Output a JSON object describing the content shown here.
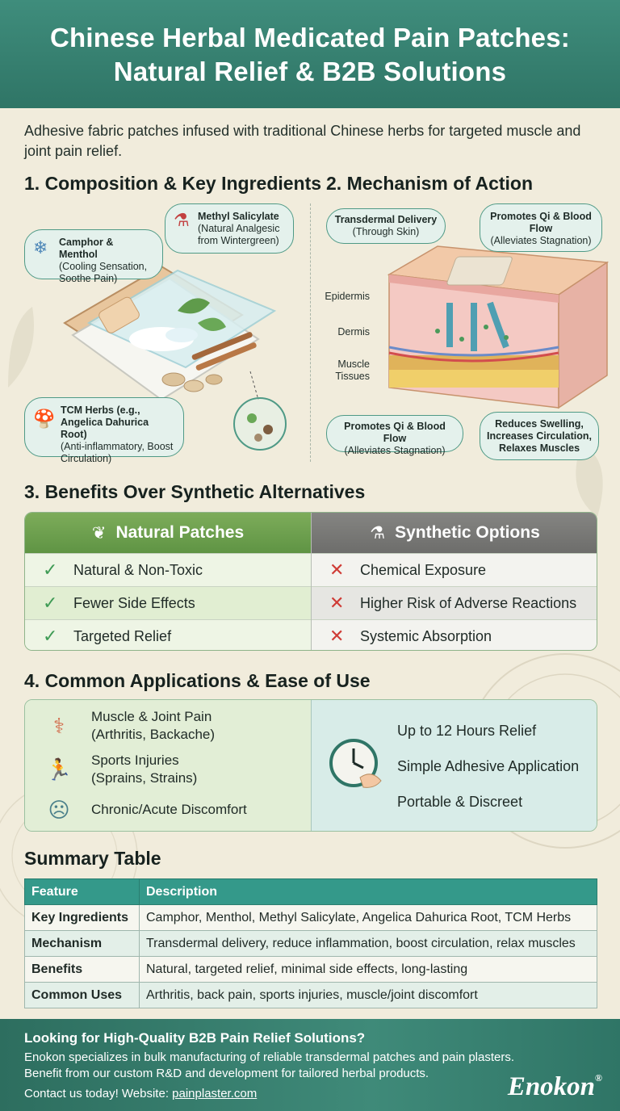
{
  "header": {
    "title_line1": "Chinese Herbal Medicated Pain Patches:",
    "title_line2": "Natural Relief & B2B Solutions"
  },
  "intro": "Adhesive fabric patches infused with traditional Chinese herbs for targeted muscle and joint pain relief.",
  "composition": {
    "title": "1. Composition & Key Ingredients",
    "camphor": {
      "name": "Camphor & Menthol",
      "desc": "(Cooling Sensation, Soothe Pain)"
    },
    "salicylate": {
      "name": "Methyl Salicylate",
      "desc": "(Natural Analgesic from Wintergreen)"
    },
    "tcm": {
      "name": "TCM Herbs (e.g., Angelica Dahurica Root)",
      "desc": "(Anti-inflammatory, Boost Circulation)"
    }
  },
  "mechanism": {
    "title": "2. Mechanism of Action",
    "transdermal": {
      "name": "Transdermal Delivery",
      "desc": "(Through Skin)"
    },
    "qi_top": {
      "name": "Promotes Qi & Blood Flow",
      "desc": "(Alleviates Stagnation)"
    },
    "qi_bottom": {
      "name": "Promotes Qi & Blood Flow",
      "desc": "(Alleviates Stagnation)"
    },
    "swelling": {
      "name": "Reduces Swelling, Increases Circulation, Relaxes Muscles"
    },
    "layers": {
      "epidermis": "Epidermis",
      "dermis": "Dermis",
      "muscle": "Muscle Tissues"
    }
  },
  "benefits": {
    "title": "3. Benefits Over Synthetic Alternatives",
    "natural_header": "Natural Patches",
    "synthetic_header": "Synthetic Options",
    "natural_items": [
      "Natural & Non-Toxic",
      "Fewer Side Effects",
      "Targeted Relief"
    ],
    "synthetic_items": [
      "Chemical Exposure",
      "Higher Risk of Adverse Reactions",
      "Systemic Absorption"
    ]
  },
  "applications": {
    "title": "4. Common Applications & Ease of Use",
    "uses": [
      {
        "line1": "Muscle & Joint Pain",
        "line2": "(Arthritis, Backache)"
      },
      {
        "line1": "Sports Injuries",
        "line2": "(Sprains, Strains)"
      },
      {
        "line1": "Chronic/Acute Discomfort",
        "line2": ""
      }
    ],
    "ease": [
      "Up to 12 Hours Relief",
      "Simple Adhesive Application",
      "Portable & Discreet"
    ]
  },
  "summary": {
    "title": "Summary Table",
    "headers": [
      "Feature",
      "Description"
    ],
    "rows": [
      [
        "Key Ingredients",
        "Camphor, Menthol, Methyl Salicylate, Angelica Dahurica Root, TCM Herbs"
      ],
      [
        "Mechanism",
        "Transdermal delivery, reduce inflammation, boost circulation, relax muscles"
      ],
      [
        "Benefits",
        "Natural, targeted relief, minimal side effects, long-lasting"
      ],
      [
        "Common Uses",
        "Arthritis, back pain, sports injuries, muscle/joint discomfort"
      ]
    ]
  },
  "footer": {
    "title": "Looking for High-Quality B2B Pain Relief Solutions?",
    "line1": "Enokon specializes in bulk manufacturing of reliable transdermal patches and pain plasters.",
    "line2": "Benefit from our custom R&D and development for tailored herbal products.",
    "contact_prefix": "Contact us today! Website: ",
    "website": "painplaster.com",
    "brand": "Enokon",
    "brand_mark": "®"
  },
  "colors": {
    "header": "#3f8d7c",
    "natural": "#6a9c4c",
    "synthetic": "#777775",
    "table_header": "#34998a",
    "check": "#3f9b55",
    "cross": "#cf3b35"
  },
  "icons": [
    "snowflake-icon",
    "flask-icon",
    "mushroom-icon",
    "leaf-icon",
    "bottle-icon",
    "check-icon",
    "cross-icon",
    "knee-icon",
    "runner-icon",
    "headache-icon",
    "clock-hand-icon"
  ]
}
